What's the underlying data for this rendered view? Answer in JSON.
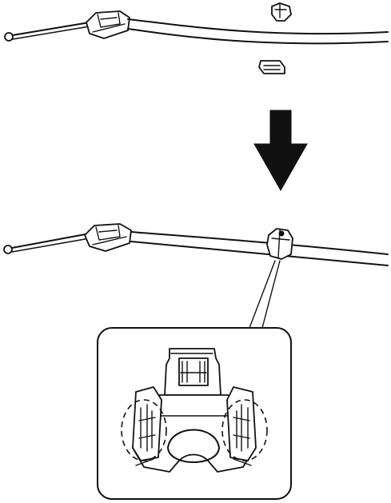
{
  "figure": {
    "kind": "installation-diagram",
    "stages": [
      "before-assembly",
      "after-assembly",
      "detail-view"
    ],
    "colors": {
      "ink": "#111111",
      "paper": "#ffffff"
    },
    "icons": [
      "clip-icon",
      "clip-base-icon",
      "arrow-down-icon",
      "magnify-callout-icon"
    ]
  }
}
